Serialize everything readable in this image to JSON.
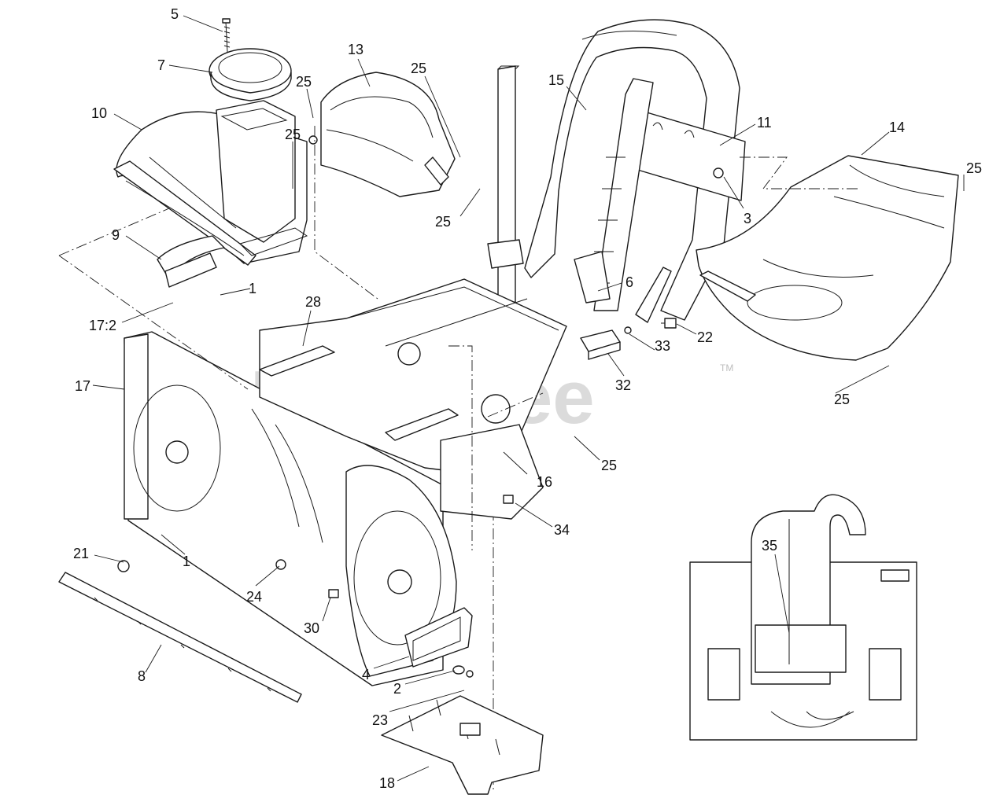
{
  "watermark": {
    "text": "PartsTree",
    "tm": "TM"
  },
  "callouts": {
    "c5": "5",
    "c7": "7",
    "c10": "10",
    "c13": "13",
    "c25a": "25",
    "c25b": "25",
    "c25c": "25",
    "c25d": "25",
    "c25e": "25",
    "c25f": "25",
    "c25g": "25",
    "c15": "15",
    "c11": "11",
    "c14": "14",
    "c9": "9",
    "c1a": "1",
    "c1b": "1",
    "c17_2": "17:2",
    "c28": "28",
    "c17": "17",
    "c3": "3",
    "c6": "6",
    "c33": "33",
    "c32": "32",
    "c22": "22",
    "c16": "16",
    "c34": "34",
    "c21": "21",
    "c24": "24",
    "c30": "30",
    "c8": "8",
    "c4": "4",
    "c2": "2",
    "c23": "23",
    "c18": "18",
    "c35": "35"
  }
}
